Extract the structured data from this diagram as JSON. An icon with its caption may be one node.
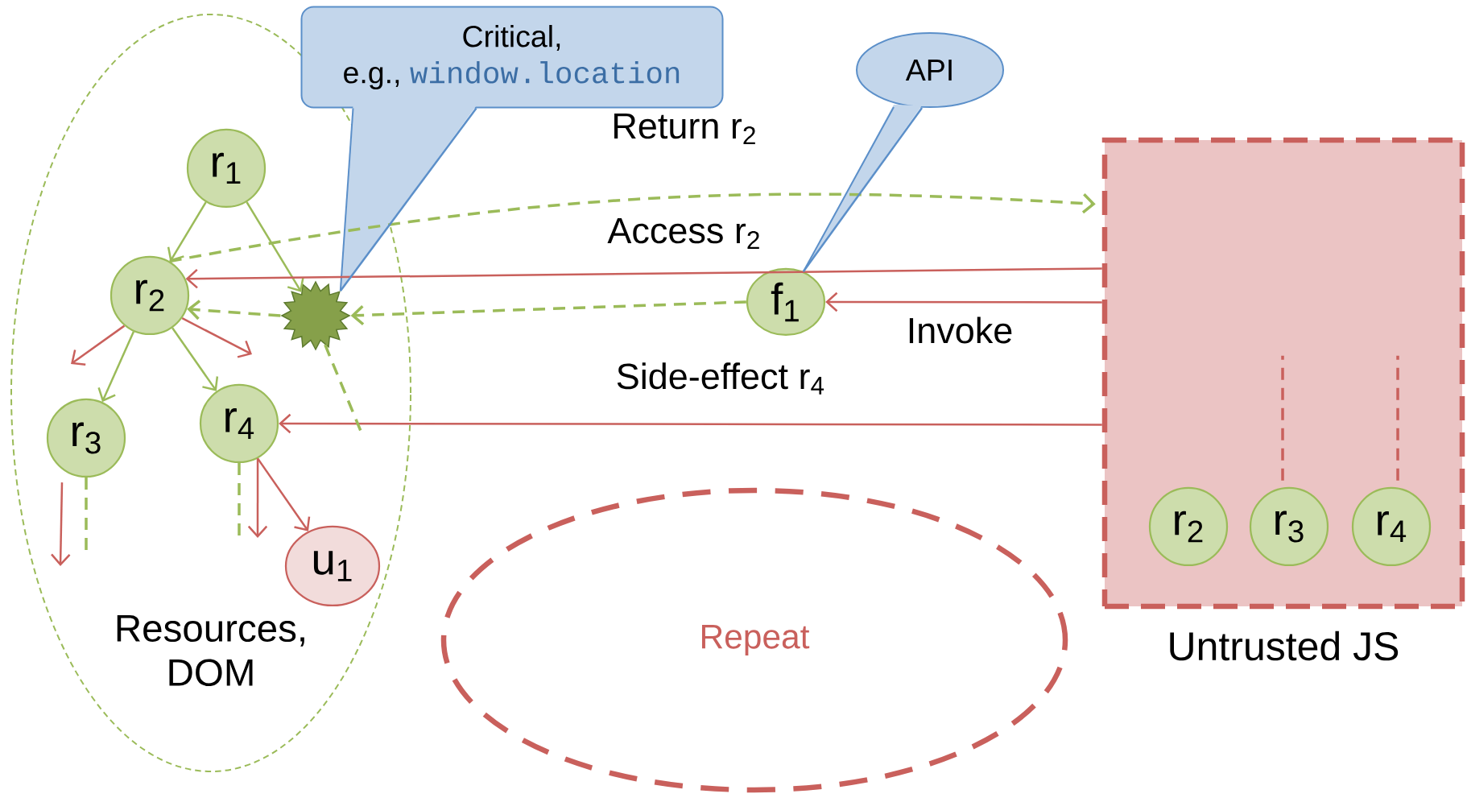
{
  "diagram": {
    "nodes": [
      {
        "text": [
          "Resources, DOM"
        ]
      },
      {
        "text": [
          "r$_{1}$"
        ],
        "in": 0
      },
      {
        "text": [
          "r$_{2}$"
        ],
        "in": 0
      },
      {
        "text": [
          "r$_{3}$"
        ],
        "in": 0
      },
      {
        "text": [
          "r$_{4}$"
        ],
        "in": 0
      },
      {
        "text": [
          "u$_{1}$"
        ],
        "in": 0
      },
      {
        "text": [],
        "shape": "star",
        "in": 0
      },
      {
        "text": [
          "Critical,",
          "e.g.,",
          "window.location"
        ]
      },
      {
        "text": [
          "API"
        ]
      },
      {
        "text": [
          "f$_{1}$"
        ]
      },
      {
        "text": [
          "Untrusted JS"
        ]
      },
      {
        "text": [
          "r$_{2}$"
        ],
        "in": 10
      },
      {
        "text": [
          "r$_{3}$"
        ],
        "in": 10
      },
      {
        "text": [
          "r$_{4}$"
        ],
        "in": 10
      },
      {
        "text": [
          "Repeat"
        ]
      }
    ],
    "edges": [
      {
        "from": 1,
        "to": 2,
        "arrow": "to",
        "color": "#9bbb59"
      },
      {
        "from": 1,
        "to": 6,
        "arrow": "to",
        "color": "#9bbb59"
      },
      {
        "from": 2,
        "to": 3,
        "arrow": "to",
        "color": "#9bbb59"
      },
      {
        "from": 2,
        "to": 4,
        "arrow": "to",
        "color": "#9bbb59"
      },
      {
        "from": 2,
        "to": 10,
        "arrow": "to",
        "label": "Return r$_{2}$",
        "style": "dashed",
        "color": "#9bbb59"
      },
      {
        "from": 10,
        "to": 2,
        "arrow": "to",
        "label": "Access r$_{2}$",
        "color": "#c9605c"
      },
      {
        "from": 10,
        "to": 9,
        "arrow": "to",
        "label": "Invoke",
        "color": "#c9605c"
      },
      {
        "from": 9,
        "to": 6,
        "arrow": "to",
        "style": "dashed",
        "color": "#9bbb59"
      },
      {
        "from": 6,
        "to": 2,
        "arrow": "to",
        "style": "dashed",
        "color": "#9bbb59"
      },
      {
        "from": 10,
        "to": 4,
        "arrow": "to",
        "label": "Side-effect r$_{4}$",
        "color": "#c9605c"
      },
      {
        "from": 2,
        "to": null,
        "arrow": "to",
        "color": "#c9605c"
      },
      {
        "from": 2,
        "to": null,
        "arrow": "to",
        "color": "#c9605c"
      },
      {
        "from": 3,
        "to": null,
        "arrow": "to",
        "color": "#c9605c"
      },
      {
        "from": 3,
        "to": null,
        "arrow": "none",
        "style": "dashed",
        "color": "#9bbb59"
      },
      {
        "from": 4,
        "to": null,
        "arrow": "none",
        "style": "dashed",
        "color": "#9bbb59"
      },
      {
        "from": 4,
        "to": null,
        "arrow": "to",
        "color": "#c9605c"
      },
      {
        "from": 4,
        "to": 5,
        "arrow": "to",
        "color": "#c9605c"
      },
      {
        "from": 6,
        "to": null,
        "arrow": "none",
        "style": "dashed",
        "color": "#9bbb59"
      },
      {
        "from": 7,
        "to": 6,
        "arrow": "none",
        "color": "#5b8fc9"
      },
      {
        "from": 8,
        "to": 9,
        "arrow": "none",
        "color": "#5b8fc9"
      },
      {
        "from": 12,
        "to": null,
        "arrow": "none",
        "style": "dashed",
        "color": "#c9605c"
      },
      {
        "from": 13,
        "to": null,
        "arrow": "none",
        "style": "dashed",
        "color": "#c9605c"
      }
    ]
  }
}
